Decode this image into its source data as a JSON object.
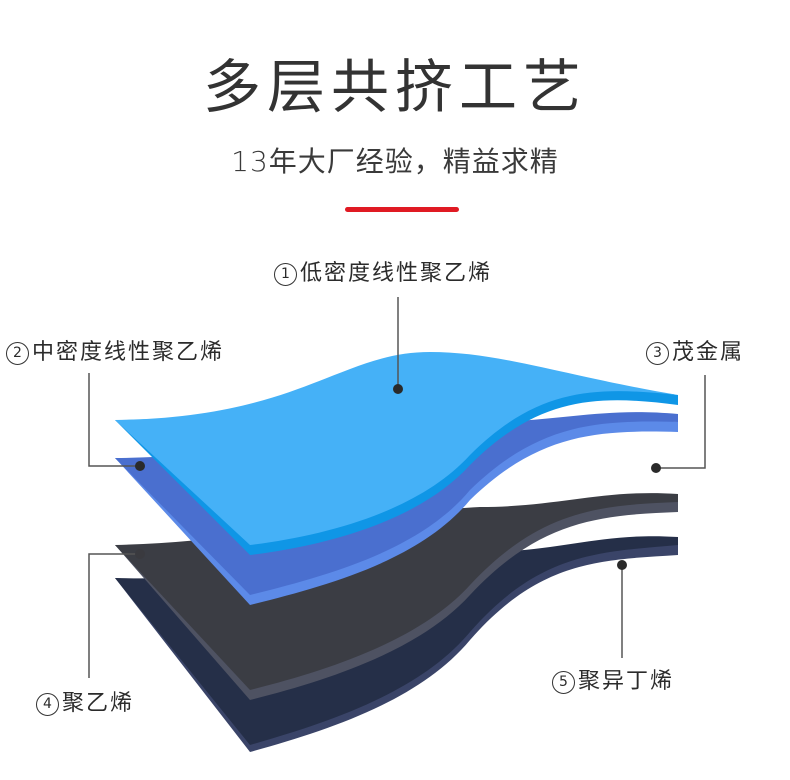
{
  "header": {
    "title": "多层共挤工艺",
    "subtitle": "13年大厂经验，精益求精",
    "accent_color": "#e01a23"
  },
  "layers": [
    {
      "number": "1",
      "name": "低密度线性聚乙烯",
      "color": "#45b1f7",
      "edge_color": "#0f96e6"
    },
    {
      "number": "2",
      "name": "中密度线性聚乙烯",
      "color": "#4a6fcf",
      "edge_color": "#5c8ae8"
    },
    {
      "number": "3",
      "name": "茂金属",
      "color": "#4479c9",
      "edge_color": "#5a8ae8"
    },
    {
      "number": "4",
      "name": "聚乙烯",
      "color": "#3b3d44",
      "edge_color": "#4e5262"
    },
    {
      "number": "5",
      "name": "聚异丁烯",
      "color": "#252f48",
      "edge_color": "#3a4468"
    }
  ]
}
